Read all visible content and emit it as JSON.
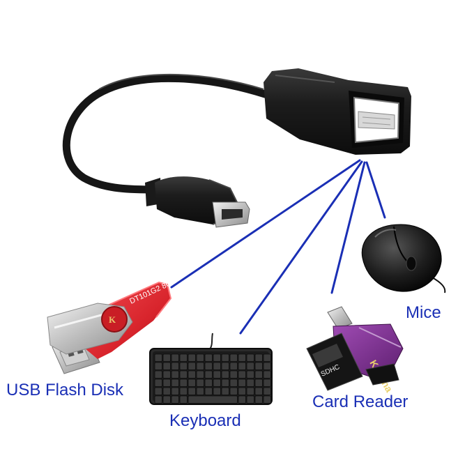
{
  "labels": {
    "usb_flash_disk": "USB Flash Disk",
    "keyboard": "Keyboard",
    "card_reader": "Card Reader",
    "mice": "Mice"
  },
  "colors": {
    "label_text": "#1a2fb5",
    "connector_lines": "#1a2fb5",
    "cable": "#161616",
    "flash_disk_body": "#d8242c",
    "flash_disk_swivel": "#b5b5b5",
    "card_reader_body": "#7a2a8c"
  },
  "icons": {
    "cable": "otg-cable-icon",
    "flash_disk": "usb-flash-disk-icon",
    "keyboard": "keyboard-icon",
    "card_reader": "card-reader-icon",
    "mouse": "mouse-icon"
  }
}
